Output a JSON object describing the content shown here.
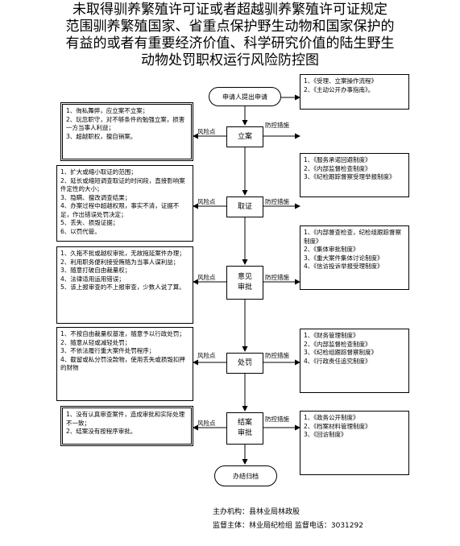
{
  "title": {
    "lines": [
      "未取得驯养繁殖许可证或者超越驯养繁殖许可证规定",
      "范围驯养繁殖国家、省重点保护野生动物和国家保护的",
      "有益的或者有重要经济价值、科学研究价值的陆生野生",
      "动物处罚职权运行风险防控图"
    ]
  },
  "flow": {
    "start": "申请人提出申请",
    "end": "办结归档",
    "steps": {
      "filing": [
        "立案"
      ],
      "evidence": [
        "取证"
      ],
      "review": [
        "意见",
        "审批"
      ],
      "penalty": [
        "处罚"
      ],
      "closing": [
        "结案",
        "审批"
      ]
    },
    "risk_label": "风险点",
    "control_label": "防控措施"
  },
  "risks": {
    "filing": [
      "1、徇私舞弊，应立案不立案；",
      "2、玩忽职守，对不够条件的勉强立案，损害一方当事人利益；",
      "3、超越职权，擅自销案。"
    ],
    "evidence": [
      "1、扩大或缩小取证的范围；",
      "2、延长或缩短调查取证的时间段，直接影响案件定性的大小；",
      "3、隐瞒、擅改调查结果；",
      "4、办案过程中超越权限，事实不清，证据不足，作出错误处罚决定；",
      "5、丢失、损毁证据；",
      "6、以罚代管。"
    ],
    "review": [
      "1、久拖不批或越权审批，无故拖延案件办理；",
      "2、利用职务便利接受贿赂为当事人谋利益；",
      "3、随意打破自由裁量权；",
      "4、法律适用运用错误；",
      "5、该上报审查的不上报审查，少数人说了算。"
    ],
    "penalty": [
      "1、不按自由裁量权基准，随意予以行政处罚；",
      "2、随意从轻或减轻处罚；",
      "3、不依法履行重大案件处罚程序；",
      "4、截留或私分罚没款物，使用丢失或损毁扣押的财物"
    ],
    "closing": [
      "1、没有认真审查案件，造成审批和实际处理不一致；",
      "2、结案没有按程序审批。"
    ]
  },
  "controls": {
    "start": [
      "1、《受理、立案操作流程》",
      "2、《主动公开办事指南》。"
    ],
    "filing": [
      "1、《服务承诺回避制度》",
      "2、《内部监督检查制度》",
      "3、《纪检跟踪督察受理举报制度》"
    ],
    "evidence": [
      "1、《内部督查检查，纪检组跟踪督察制度》",
      "2、《集体审批制度》",
      "3、《重大案件集体讨论制度》",
      "4、《信访投诉举报受理制度》"
    ],
    "penalty": [
      "1、《财务管理制度》",
      "2、《内部监督检查制度》",
      "3、《纪检组跟踪督察制度》",
      "4、《行政责任追究制度》"
    ],
    "closing": [
      "1、《政务公开制度》",
      "2、《档案材料管理制度》",
      "3、《回访制度》"
    ]
  },
  "footer": {
    "host": "主办机构：县林业局林政股",
    "supervision": "监督主体：林业局纪检组 监督电话：3031292"
  }
}
